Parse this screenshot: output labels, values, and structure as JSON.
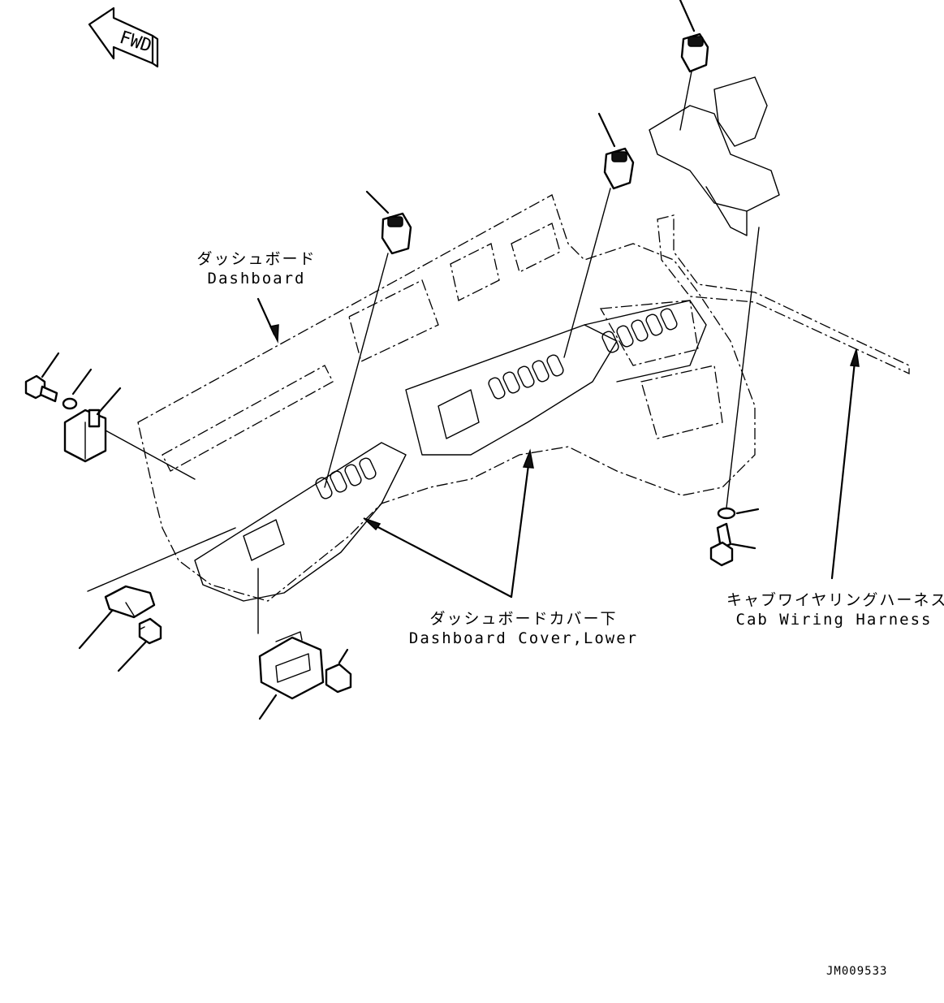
{
  "fwd_label": "FWD",
  "labels": {
    "dashboard_jp": "ダッシュボード",
    "dashboard_en": "Dashboard",
    "cover_jp": "ダッシュボードカバー下",
    "cover_en": "Dashboard Cover,Lower",
    "harness_jp": "キャブワイヤリングハーネス",
    "harness_en": "Cab Wiring Harness"
  },
  "drawing_code": "JM009533"
}
